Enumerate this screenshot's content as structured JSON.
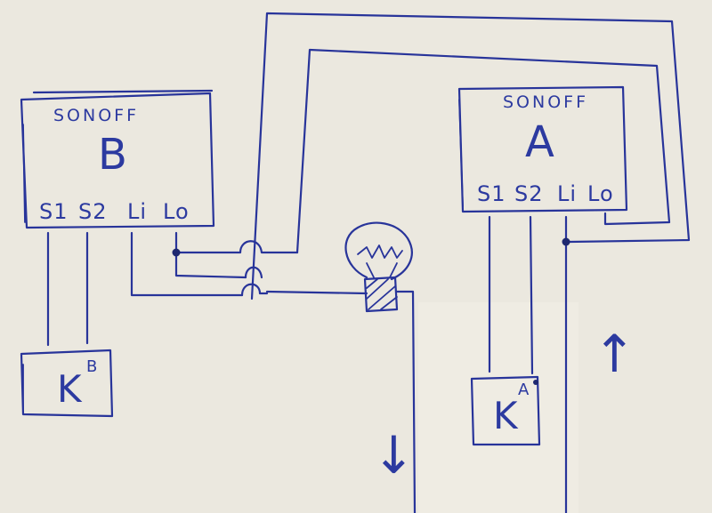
{
  "palette": {
    "paper": "#ebe8df",
    "ink": "#28349a"
  },
  "module_b": {
    "brand": "SONOFF",
    "letter": "B",
    "terminals": [
      "S1",
      "S2",
      "Li",
      "Lo"
    ]
  },
  "module_a": {
    "brand": "SONOFF",
    "letter": "A",
    "terminals": [
      "S1",
      "S2",
      "Li",
      "Lo"
    ]
  },
  "switch_b": {
    "letter": "K",
    "superscript": "B"
  },
  "switch_a": {
    "letter": "K",
    "superscript": "A"
  },
  "bulb": {
    "icon": "light-bulb-icon"
  },
  "flow_arrows": [
    {
      "direction": "down",
      "glyph": "↓",
      "icon": "arrow-down-icon"
    },
    {
      "direction": "up",
      "glyph": "↑",
      "icon": "arrow-up-icon"
    }
  ]
}
